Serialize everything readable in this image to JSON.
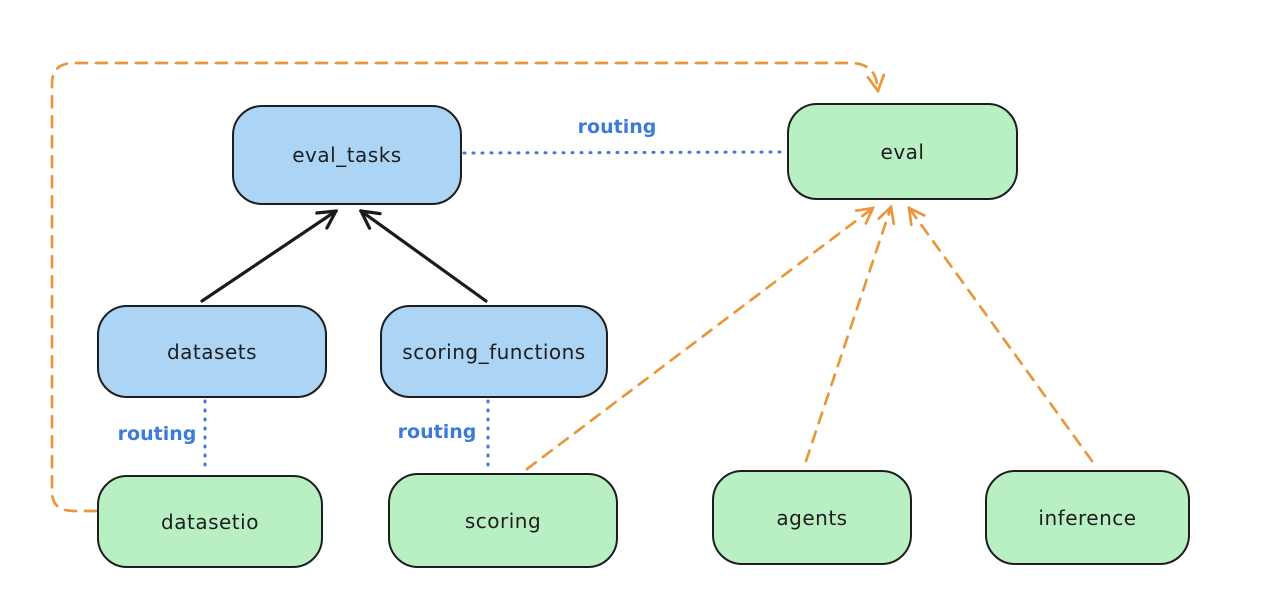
{
  "colors": {
    "background": "#ffffff",
    "registry_fill": "#abd4f5",
    "provider_fill": "#b8efc3",
    "node_stroke": "#1e1e1e",
    "black_edge": "#1b1b1b",
    "routing_blue": "#3d7bd9",
    "provider_orange": "#e8973c"
  },
  "nodes": {
    "eval_tasks": {
      "label": "eval_tasks"
    },
    "eval": {
      "label": "eval"
    },
    "datasets": {
      "label": "datasets"
    },
    "scoring_functions": {
      "label": "scoring_functions"
    },
    "datasetio": {
      "label": "datasetio"
    },
    "scoring": {
      "label": "scoring"
    },
    "agents": {
      "label": "agents"
    },
    "inference": {
      "label": "inference"
    }
  },
  "edge_labels": {
    "eval_tasks_eval": "routing",
    "datasets_datasetio": "routing",
    "scoring_functions_scoring": "routing"
  }
}
